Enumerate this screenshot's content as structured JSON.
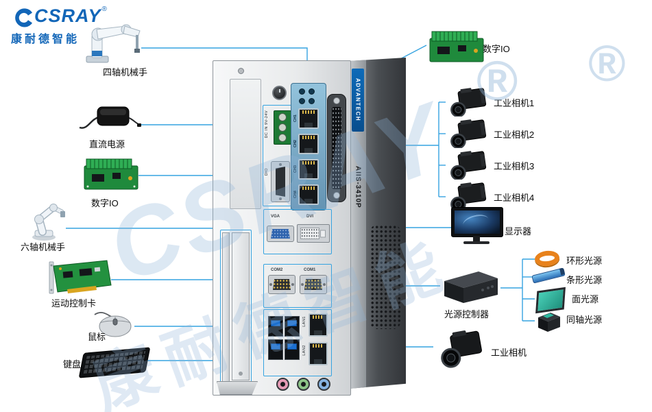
{
  "logo": {
    "name": "CSRAY",
    "registered": "®",
    "subtitle": "康耐德智能"
  },
  "watermark": {
    "brand": "CSRAY",
    "subtitle": "康耐德智能",
    "registered": "®"
  },
  "device": {
    "brand_vertical": "ADVANTECH",
    "model_vertical": "AIIS-3410P",
    "ports": {
      "dc_in_label": "DC IN 9V-24V",
      "dio_label": "DIO",
      "lan_channels": [
        "CH1",
        "CH2",
        "CH3",
        "CH4"
      ],
      "vga_label": "VGA",
      "dvi_label": "DVI",
      "com_labels": [
        "COM2",
        "COM1"
      ],
      "lan_labels": [
        "LAN1",
        "LAN2"
      ]
    }
  },
  "peripherals": {
    "left": [
      {
        "id": "scara-robot",
        "label": "四轴机械手"
      },
      {
        "id": "dc-power",
        "label": "直流电源"
      },
      {
        "id": "digital-io",
        "label": "数字IO"
      },
      {
        "id": "six-axis-robot",
        "label": "六轴机械手"
      },
      {
        "id": "motion-control-card",
        "label": "运动控制卡"
      },
      {
        "id": "mouse",
        "label": "鼠标"
      },
      {
        "id": "keyboard",
        "label": "键盘"
      }
    ],
    "right": [
      {
        "id": "digital-io-2",
        "label": "数字IO"
      },
      {
        "id": "industrial-camera-1",
        "label": "工业相机1"
      },
      {
        "id": "industrial-camera-2",
        "label": "工业相机2"
      },
      {
        "id": "industrial-camera-3",
        "label": "工业相机3"
      },
      {
        "id": "industrial-camera-4",
        "label": "工业相机4"
      },
      {
        "id": "monitor",
        "label": "显示器"
      },
      {
        "id": "light-controller",
        "label": "光源控制器"
      },
      {
        "id": "ring-light",
        "label": "环形光源"
      },
      {
        "id": "bar-light",
        "label": "条形光源"
      },
      {
        "id": "panel-light",
        "label": "面光源"
      },
      {
        "id": "coaxial-light",
        "label": "同轴光源"
      },
      {
        "id": "industrial-camera",
        "label": "工业相机"
      }
    ]
  },
  "colors": {
    "line": "#35a3e0",
    "brand_blue": "#1266b8",
    "pcb_green": "#1f8a3c",
    "poe_panel_blue": "#79aecb",
    "watermark_blue": "#8fb4d8"
  }
}
